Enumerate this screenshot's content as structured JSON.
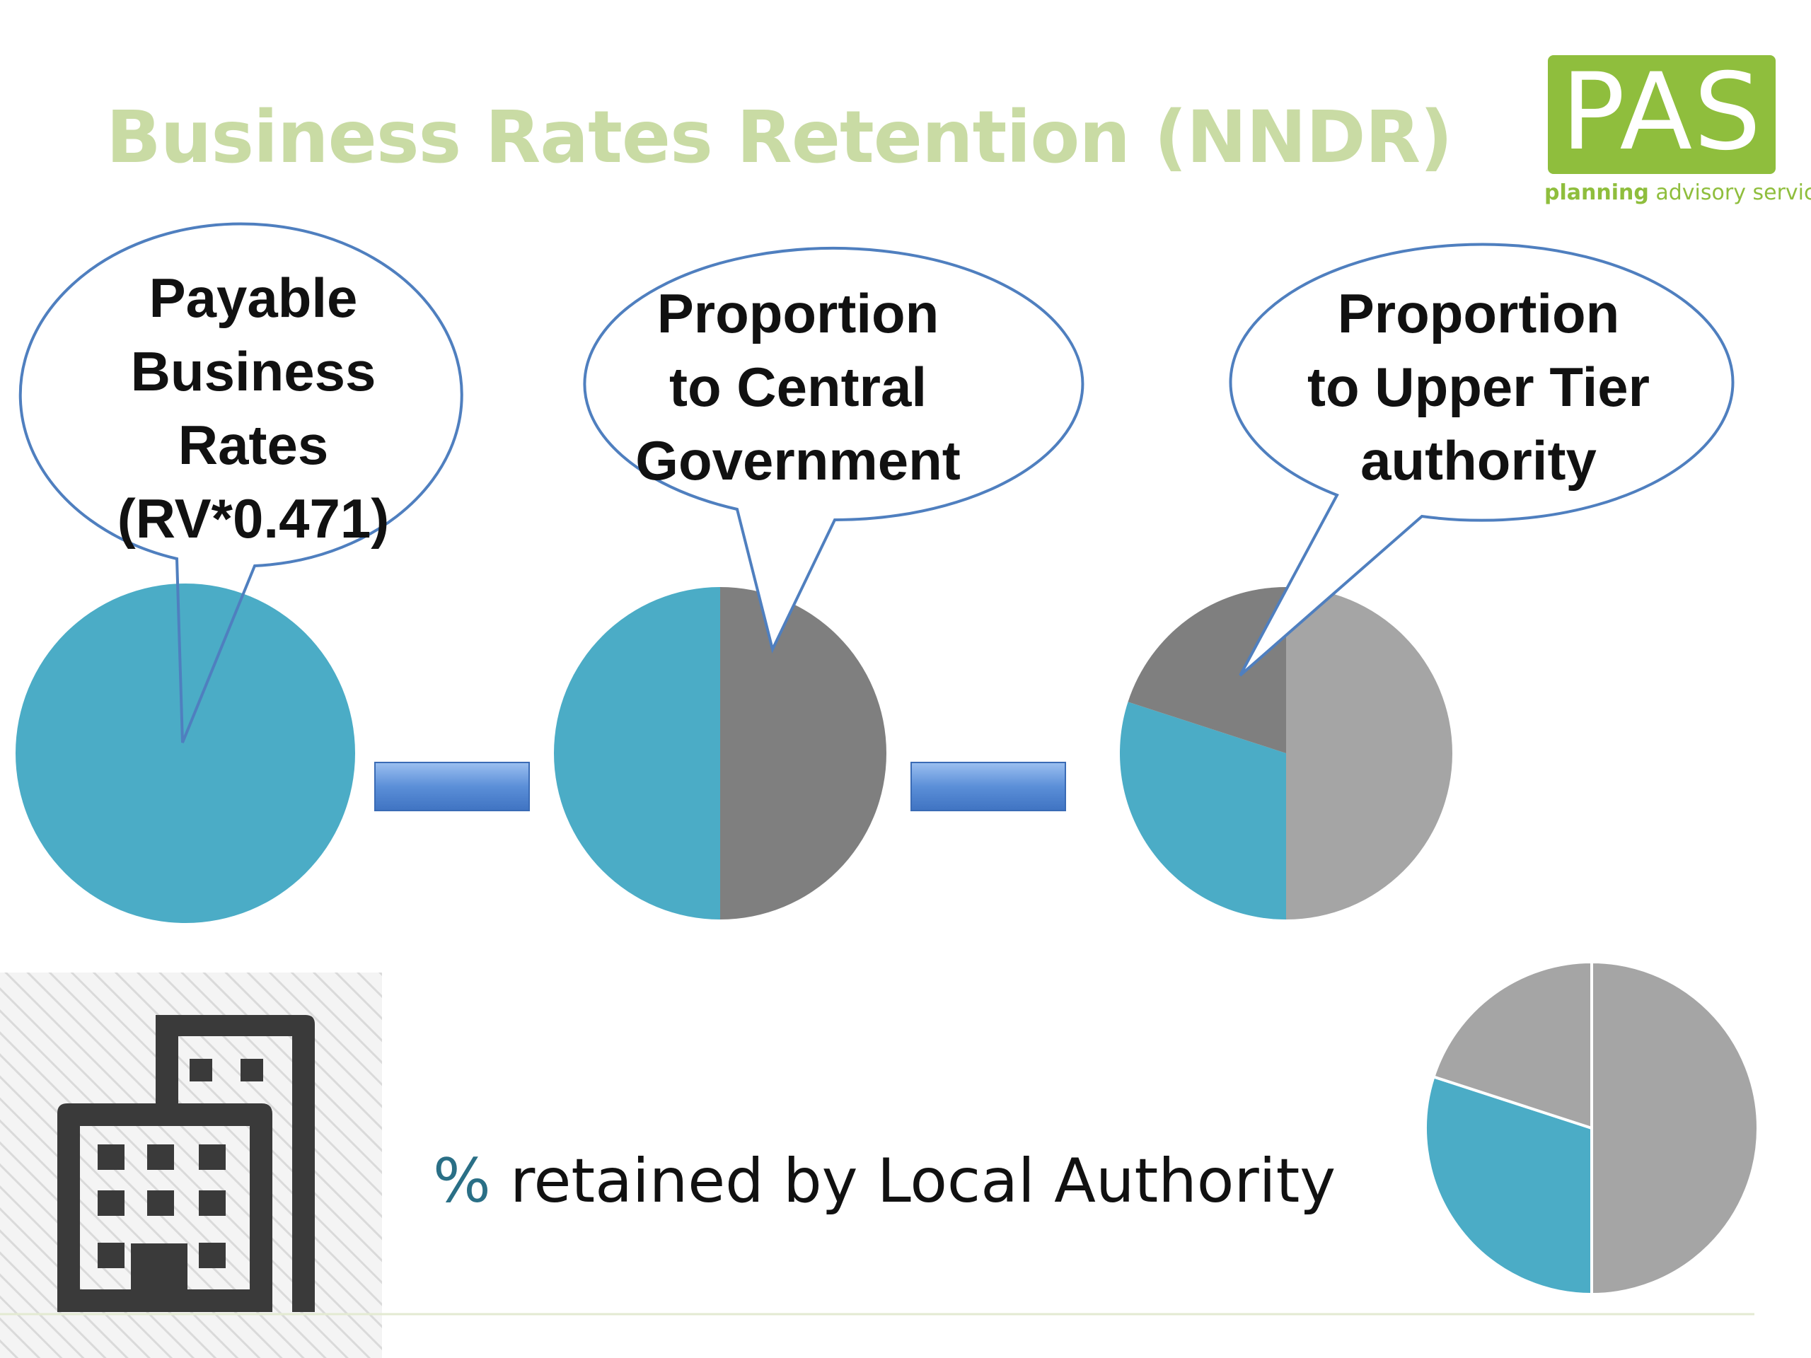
{
  "title": "Business Rates Retention (NNDR)",
  "logo": {
    "text": "PAS",
    "sub_bold": "planning",
    "sub_rest": " advisory service"
  },
  "bubbles": [
    {
      "lines": [
        "Payable",
        "Business",
        "Rates",
        "(RV*0.471)"
      ]
    },
    {
      "lines": [
        "Proportion",
        "to Central",
        "Government"
      ]
    },
    {
      "lines": [
        "Proportion",
        "to Upper Tier",
        "authority"
      ]
    }
  ],
  "caption": {
    "symbol": "%",
    "text": " retained by Local Authority"
  },
  "colors": {
    "title": "#c9dba4",
    "logo": "#8fbe3d",
    "teal": "#4bacc6",
    "dark_grey": "#7f7f7f",
    "light_grey": "#a5a5a5",
    "arrow": "#5a8fd6",
    "bubble_stroke": "#4f7fbf"
  },
  "icons": {
    "building": "office-building-icon"
  },
  "chart_data": [
    {
      "type": "pie",
      "name_shown": false,
      "slices": [
        {
          "value": 100,
          "color": "#4bacc6"
        }
      ]
    },
    {
      "type": "pie",
      "slices": [
        {
          "value": 50,
          "color": "#7f7f7f"
        },
        {
          "value": 50,
          "color": "#4bacc6"
        }
      ]
    },
    {
      "type": "pie",
      "slices": [
        {
          "value": 50,
          "color": "#a5a5a5"
        },
        {
          "value": 30,
          "color": "#4bacc6"
        },
        {
          "value": 20,
          "color": "#7f7f7f"
        }
      ]
    },
    {
      "type": "pie",
      "slices": [
        {
          "value": 50,
          "color": "#a5a5a5"
        },
        {
          "value": 30,
          "color": "#4bacc6"
        },
        {
          "value": 20,
          "color": "#a5a5a5"
        }
      ]
    }
  ]
}
